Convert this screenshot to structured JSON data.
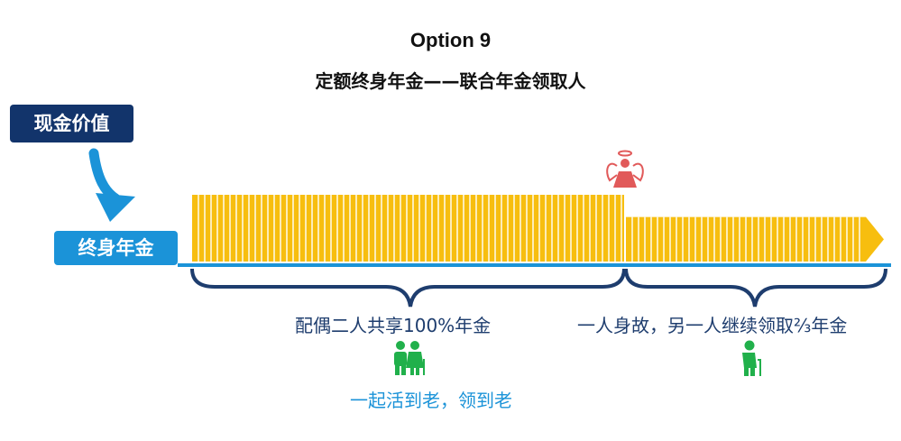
{
  "header": {
    "title": "Option 9",
    "subtitle": "定额终身年金——联合年金领取人"
  },
  "labels": {
    "cash_value": "现金价值",
    "life_annuity": "终身年金"
  },
  "captions": {
    "both_alive": "配偶二人共享100%年金",
    "one_deceased": "一人身故，另一人继续领取⅔年金",
    "together": "一起活到老，领到老"
  },
  "colors": {
    "dark_blue": "#12346b",
    "light_blue": "#1b93d8",
    "bar_gold": "#f7be0f",
    "timeline": "#1b93d8",
    "brace": "#1e3d6e",
    "angel": "#e15a5a",
    "elderly": "#21b04b"
  },
  "annuity_levels": {
    "full_share": 1.0,
    "survivor_share": 0.667
  },
  "icons": [
    "angel-icon",
    "elderly-couple-icon",
    "elderly-person-icon",
    "curved-arrow-icon"
  ]
}
